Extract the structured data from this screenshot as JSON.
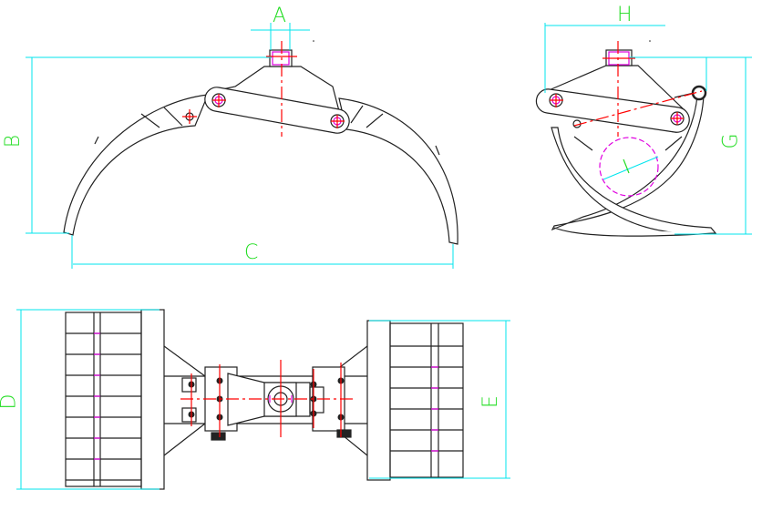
{
  "drawing": {
    "labels": {
      "A": "A",
      "B": "B",
      "C": "C",
      "D": "D",
      "E": "E",
      "H": "H",
      "G": "G",
      "I": "I"
    },
    "colors": {
      "dimension": "#00e5ee",
      "dimension_text": "#22dd22",
      "centerline": "#ff0000",
      "hidden": "#e000e0",
      "outline": "#222222"
    }
  }
}
